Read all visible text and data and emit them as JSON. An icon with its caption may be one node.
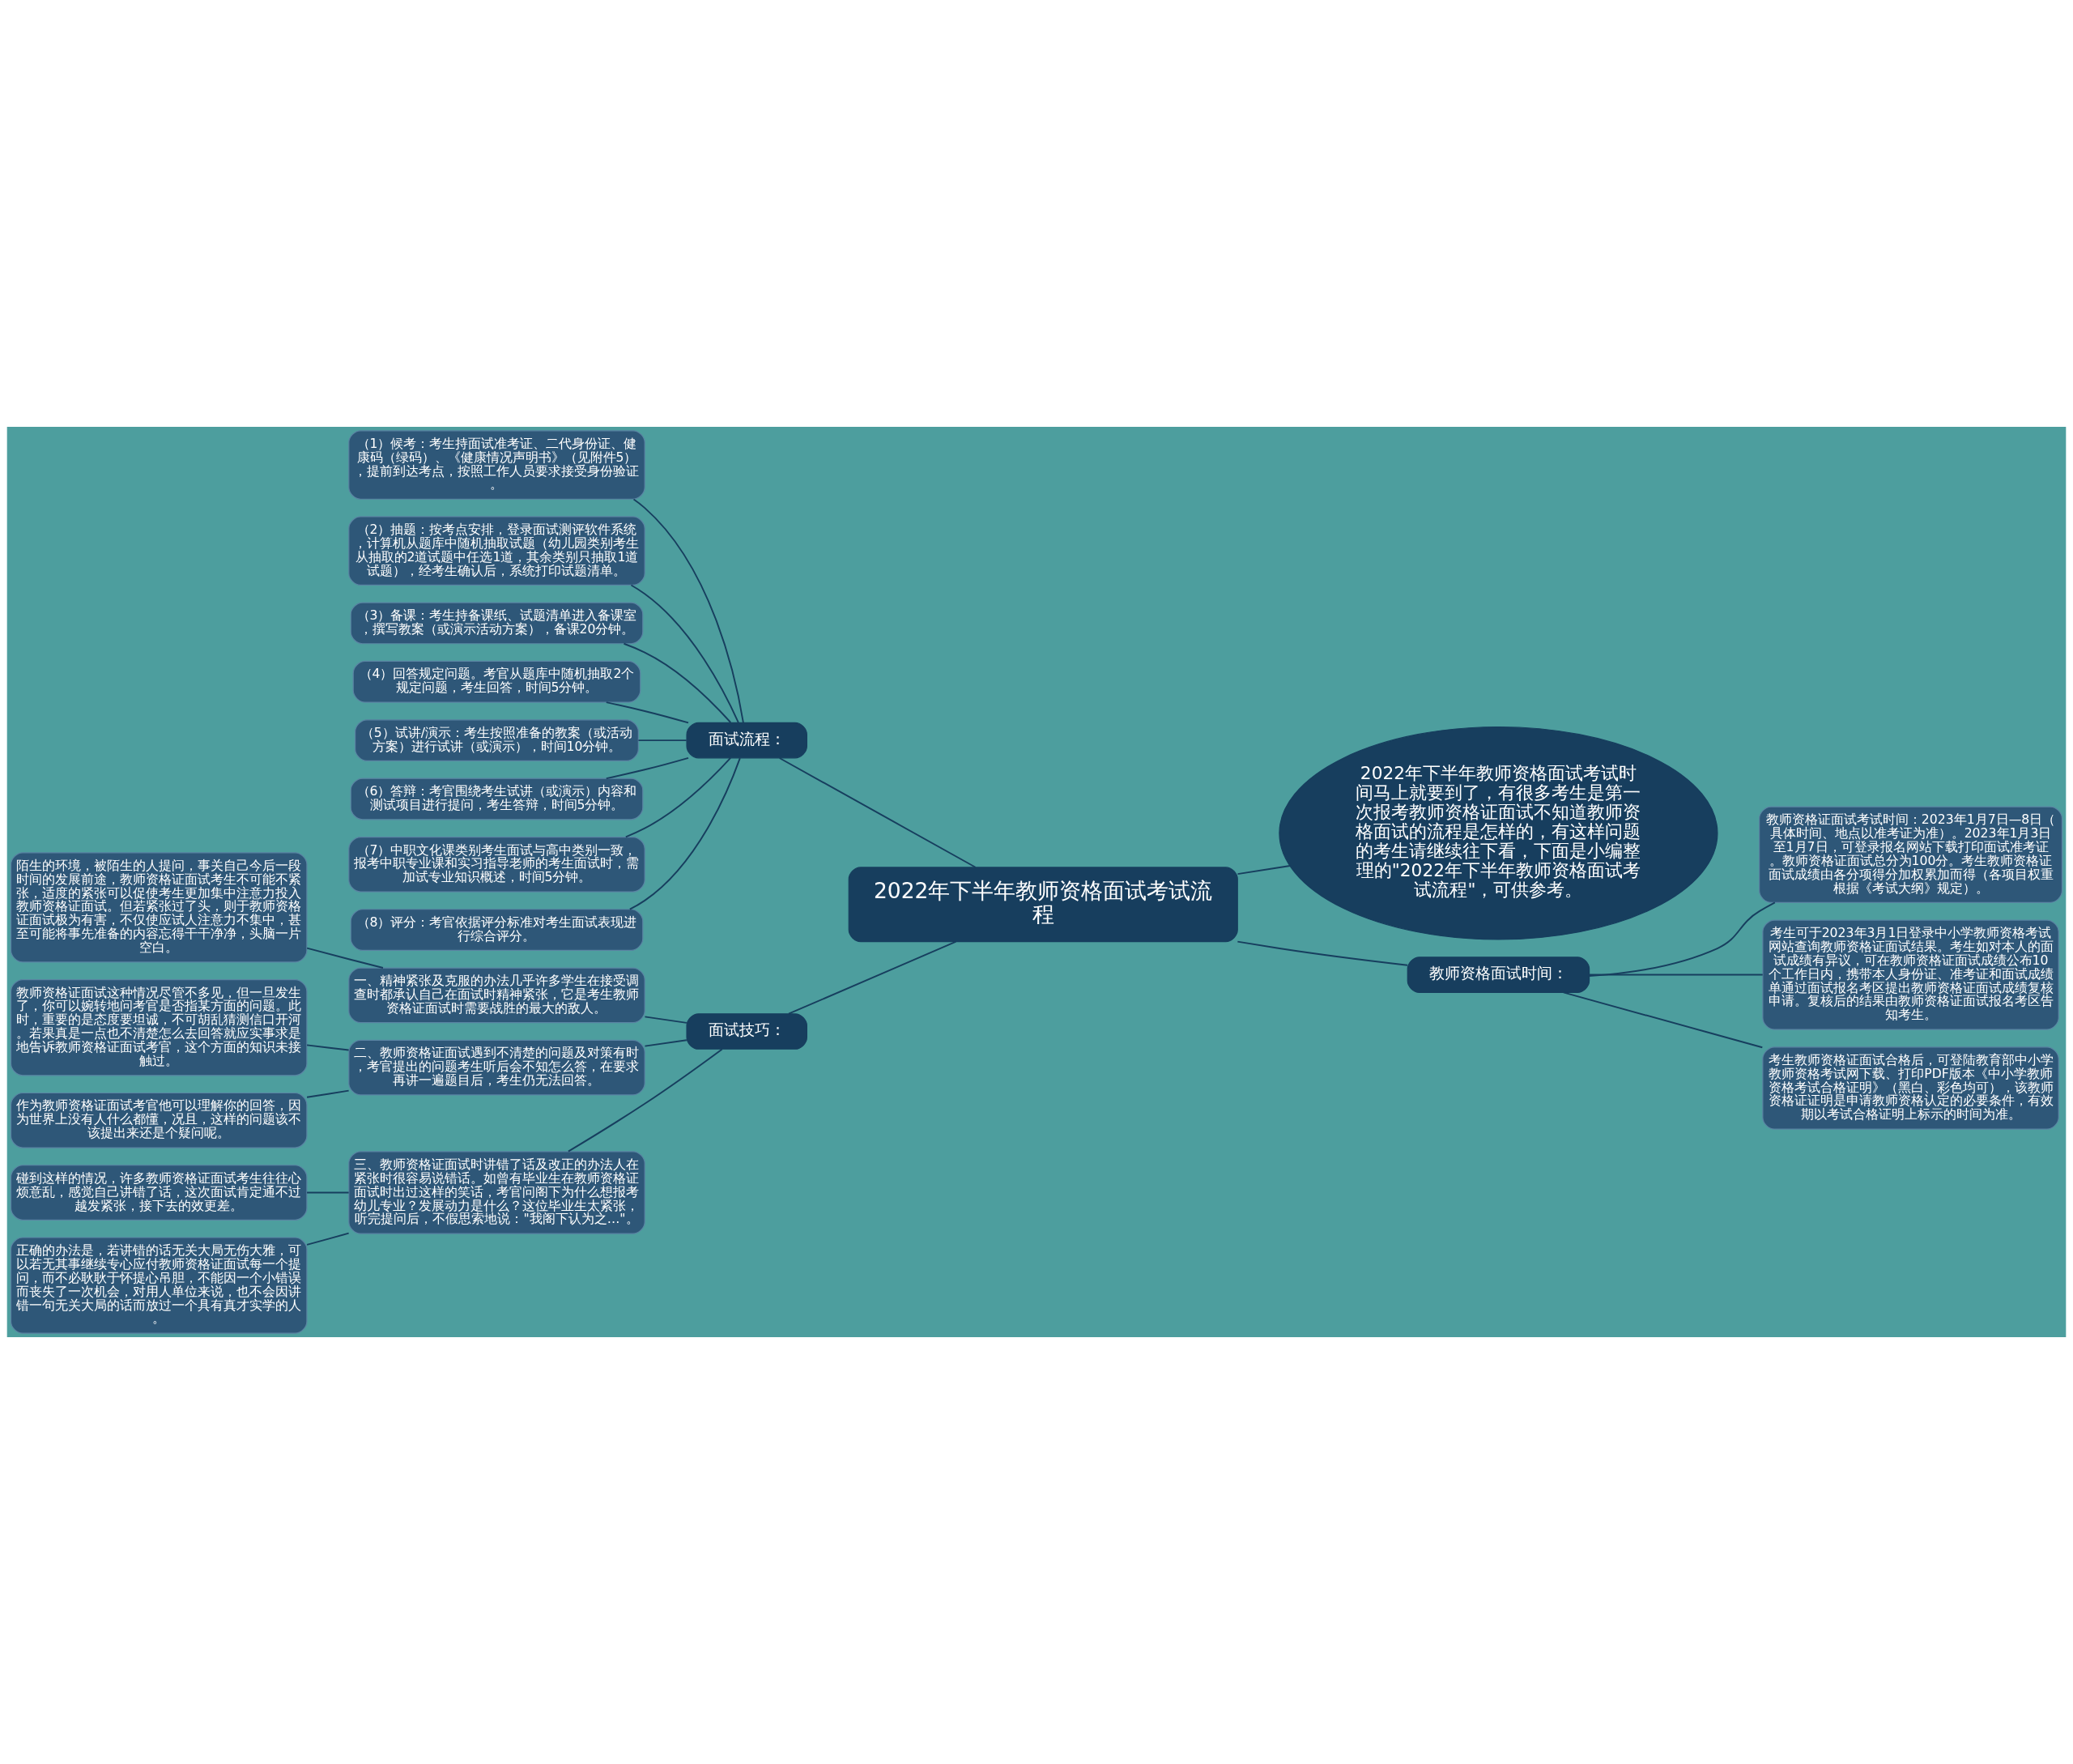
{
  "diagram": {
    "nodes": [
      {
        "text": [
          "2022年下半年教师资格面试考试流程"
        ]
      },
      {
        "text": [
          "面试流程："
        ]
      },
      {
        "text": [
          "（1）候考：考生持面试准考证、二代身份证、健康码（绿码）、《健康情况声明书》（见附件5），提前到达考点，按照工作人员要求接受身份验证。"
        ]
      },
      {
        "text": [
          "（2）抽题：按考点安排，登录面试测评软件系统，计算机从题库中随机抽取试题（幼儿园类别考生从抽取的2道试题中任选1道，其余类别只抽取1道试题），经考生确认后，系统打印试题清单。"
        ]
      },
      {
        "text": [
          "（3）备课：考生持备课纸、试题清单进入备课室，撰写教案（或演示活动方案），备课20分钟。"
        ]
      },
      {
        "text": [
          "（4）回答规定问题。考官从题库中随机抽取2个规定问题，考生回答，时间5分钟。"
        ]
      },
      {
        "text": [
          "（5）试讲/演示：考生按照准备的教案（或活动方案）进行试讲（或演示），时间10分钟。"
        ]
      },
      {
        "text": [
          "（6）答辩：考官围绕考生试讲（或演示）内容和测试项目进行提问，考生答辩，时间5分钟。"
        ]
      },
      {
        "text": [
          "（7）中职文化课类别考生面试与高中类别一致，报考中职专业课和实习指导老师的考生面试时，需加试专业知识概述，时间5分钟。"
        ]
      },
      {
        "text": [
          "（8）评分：考官依据评分标准对考生面试表现进行综合评分。"
        ]
      },
      {
        "text": [
          "2022年下半年教师资格面试考试时间马上就要到了，有很多考生是第一次报考教师资格证面试不知道教师资格面试的流程是怎样的，有这样问题的考生请继续往下看，下面是小编整理的\"2022年下半年教师资格面试考试流程\"，可供参考。"
        ]
      },
      {
        "text": [
          "教师资格面试时间："
        ]
      },
      {
        "text": [
          "教师资格证面试考试时间：2023年1月7日—8日（具体时间、地点以准考证为准）。2023年1月3日至1月7日，可登录报名网站下载打印面试准考证。教师资格证面试总分为100分。考生教师资格证面试成绩由各分项得分加权累加而得（各项目权重根据《考试大纲》规定）。"
        ]
      },
      {
        "text": [
          "考生可于2023年3月1日登录中小学教师资格考试网站查询教师资格证面试结果。考生如对本人的面试成绩有异议，可在教师资格证面试成绩公布10个工作日内，携带本人身份证、准考证和面试成绩单通过面试报名考区提出教师资格证面试成绩复核申请。复核后的结果由教师资格证面试报名考区告知考生。"
        ]
      },
      {
        "text": [
          "考生教师资格证面试合格后，可登陆教育部中小学教师资格考试网下载、打印PDF版本《中小学教师资格考试合格证明》（黑白、彩色均可），该教师资格证证明是申请教师资格认定的必要条件，有效期以考试合格证明上标示的时间为准。"
        ]
      },
      {
        "text": [
          "面试技巧："
        ]
      },
      {
        "text": [
          "一、精神紧张及克服的办法几乎许多学生在接受调查时都承认自己在面试时精神紧张，它是考生教师资格证面试时需要战胜的最大的敌人。"
        ]
      },
      {
        "text": [
          "陌生的环境，被陌生的人提问，事关自己今后一段时间的发展前途，教师资格证面试考生不可能不紧张，适度的紧张可以促使考生更加集中注意力投入教师资格证面试。但若紧张过了头，则于教师资格证面试极为有害，不仅使应试人注意力不集中，甚至可能将事先准备的内容忘得干干净净，头脑一片空白。"
        ]
      },
      {
        "text": [
          "二、教师资格证面试遇到不清楚的问题及对策有时，考官提出的问题考生听后会不知怎么答，在要求再讲一遍题目后，考生仍无法回答。"
        ]
      },
      {
        "text": [
          "教师资格证面试这种情况尽管不多见，但一旦发生了，你可以婉转地问考官是否指某方面的问题。此时，重要的是态度要坦诚，不可胡乱猜测信口开河。若果真是一点也不清楚怎么去回答就应实事求是地告诉教师资格证面试考官，这个方面的知识未接触过。"
        ]
      },
      {
        "text": [
          "作为教师资格证面试考官他可以理解你的回答，因为世界上没有人什么都懂，况且，这样的问题该不该提出来还是个疑问呢。"
        ]
      },
      {
        "text": [
          "三、教师资格证面试时讲错了话及改正的办法人在紧张时很容易说错话。如曾有毕业生在教师资格证面试时出过这样的笑话，考官问阁下为什么想报考幼儿专业？发展动力是什么？这位毕业生太紧张，听完提问后，不假思索地说：\"我阁下认为之…\"。"
        ]
      },
      {
        "text": [
          "碰到这样的情况，许多教师资格证面试考生往往心烦意乱，感觉自己讲错了话，这次面试肯定通不过越发紧张，接下去的效更差。"
        ]
      },
      {
        "text": [
          "正确的办法是，若讲错的话无关大局无伤大雅，可以若无其事继续专心应付教师资格证面试每一个提问，而不必耿耿于怀提心吊胆，不能因一个小错误而丧失了一次机会，对用人单位来说，也不会因讲错一句无关大局的话而放过一个具有真才实学的人。"
        ]
      }
    ],
    "edges": [
      {
        "from": 0,
        "to": 1,
        "arrow": "none"
      },
      {
        "from": 1,
        "to": 2,
        "arrow": "none"
      },
      {
        "from": 1,
        "to": 3,
        "arrow": "none"
      },
      {
        "from": 1,
        "to": 4,
        "arrow": "none"
      },
      {
        "from": 1,
        "to": 5,
        "arrow": "none"
      },
      {
        "from": 1,
        "to": 6,
        "arrow": "none"
      },
      {
        "from": 1,
        "to": 7,
        "arrow": "none"
      },
      {
        "from": 1,
        "to": 8,
        "arrow": "none"
      },
      {
        "from": 1,
        "to": 9,
        "arrow": "none"
      },
      {
        "from": 0,
        "to": 10,
        "arrow": "none"
      },
      {
        "from": 0,
        "to": 11,
        "arrow": "none"
      },
      {
        "from": 11,
        "to": 12,
        "arrow": "none"
      },
      {
        "from": 11,
        "to": 13,
        "arrow": "none"
      },
      {
        "from": 11,
        "to": 14,
        "arrow": "none"
      },
      {
        "from": 0,
        "to": 15,
        "arrow": "none"
      },
      {
        "from": 15,
        "to": 16,
        "arrow": "none"
      },
      {
        "from": 16,
        "to": 17,
        "arrow": "none"
      },
      {
        "from": 15,
        "to": 18,
        "arrow": "none"
      },
      {
        "from": 18,
        "to": 19,
        "arrow": "none"
      },
      {
        "from": 18,
        "to": 20,
        "arrow": "none"
      },
      {
        "from": 15,
        "to": 21,
        "arrow": "none"
      },
      {
        "from": 21,
        "to": 22,
        "arrow": "none"
      },
      {
        "from": 21,
        "to": 23,
        "arrow": "none"
      }
    ]
  }
}
